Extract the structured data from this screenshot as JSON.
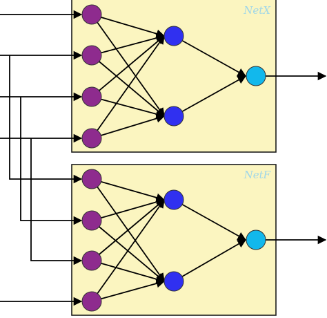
{
  "networks": [
    {
      "label": "NetX"
    },
    {
      "label": "NetF"
    }
  ],
  "colors": {
    "panel_fill": "#fbf5c0",
    "input_node": "#8e2b8e",
    "hidden_node": "#3030f0",
    "output_node": "#12b8ec",
    "label_text": "#9fd6e8",
    "edge": "#000000"
  },
  "structure": {
    "inputs_per_network": 4,
    "hidden_per_network": 2,
    "outputs_per_network": 1,
    "input_lines": 4,
    "connectivity": "fully-connected"
  }
}
